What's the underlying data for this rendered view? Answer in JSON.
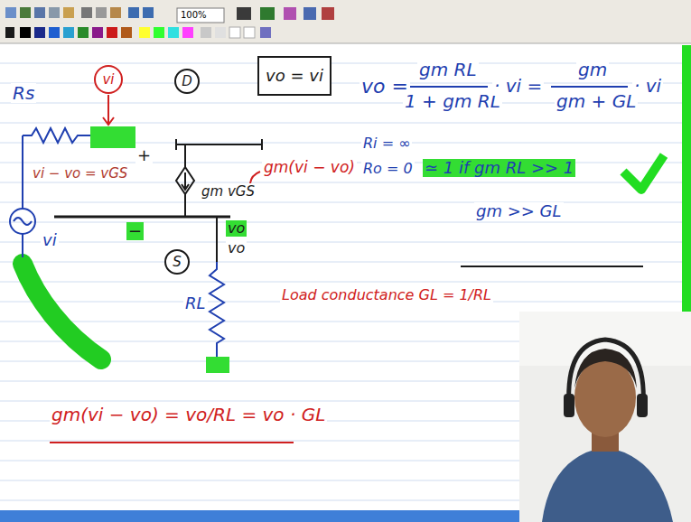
{
  "diagram": {
    "nodes": [
      {
        "text": [
          "vi"
        ]
      },
      {
        "text": [
          "D"
        ]
      },
      {
        "text": [
          "vo = vi"
        ]
      },
      {
        "text": [
          "S"
        ]
      }
    ],
    "labels": [
      "100%",
      "Rs",
      "+",
      "vi − vo = vGS",
      "vi",
      "gm(vi − vo)",
      "vo",
      "vo",
      "RL",
      "−",
      "Load conductance GL = 1/RL",
      "gm(vi − vo) = vo/RL = vo · GL",
      "vo =",
      "gm RL",
      "1 + gm RL",
      "· vi =",
      "gm",
      "gm + GL",
      "· vi",
      "Ri = ∞",
      "Ro = 0",
      "≃ 1 if gm RL >> 1",
      "gm >> GL",
      "gm vGS"
    ]
  }
}
